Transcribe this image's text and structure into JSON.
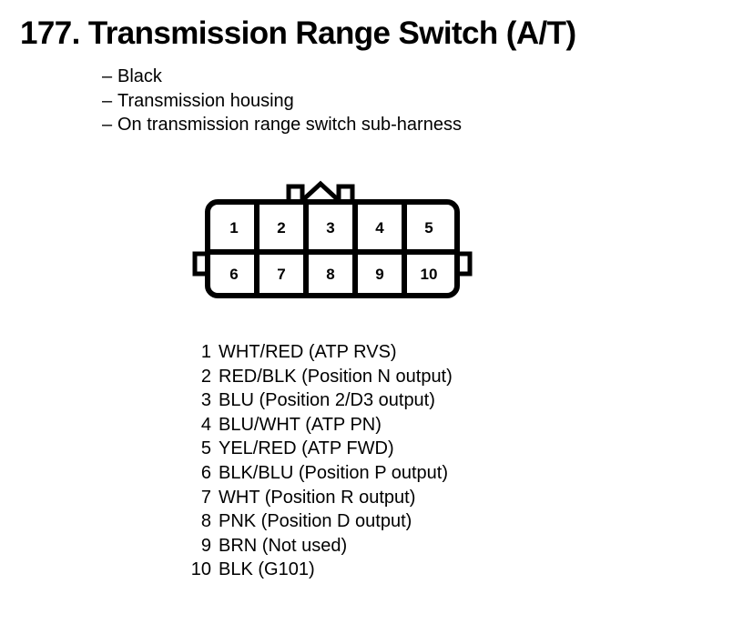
{
  "page": {
    "number": "177.",
    "title": "177. Transmission Range Switch (A/T)"
  },
  "description": {
    "dash": "–",
    "items": [
      "Black",
      "Transmission housing",
      "On transmission range switch sub-harness"
    ]
  },
  "connector": {
    "top_row": [
      "1",
      "2",
      "3",
      "4",
      "5"
    ],
    "bottom_row": [
      "6",
      "7",
      "8",
      "9",
      "10"
    ],
    "stroke_color": "#000000",
    "fill_color": "#ffffff"
  },
  "pin_legend": [
    {
      "pin": "1",
      "desc": "WHT/RED (ATP RVS)"
    },
    {
      "pin": "2",
      "desc": "RED/BLK (Position N output)"
    },
    {
      "pin": "3",
      "desc": "BLU (Position 2/D3 output)"
    },
    {
      "pin": "4",
      "desc": "BLU/WHT (ATP PN)"
    },
    {
      "pin": "5",
      "desc": "YEL/RED (ATP FWD)"
    },
    {
      "pin": "6",
      "desc": "BLK/BLU (Position P output)"
    },
    {
      "pin": "7",
      "desc": "WHT (Position R output)"
    },
    {
      "pin": "8",
      "desc": "PNK (Position D output)"
    },
    {
      "pin": "9",
      "desc": "BRN (Not used)"
    },
    {
      "pin": "10",
      "desc": "BLK (G101)"
    }
  ]
}
